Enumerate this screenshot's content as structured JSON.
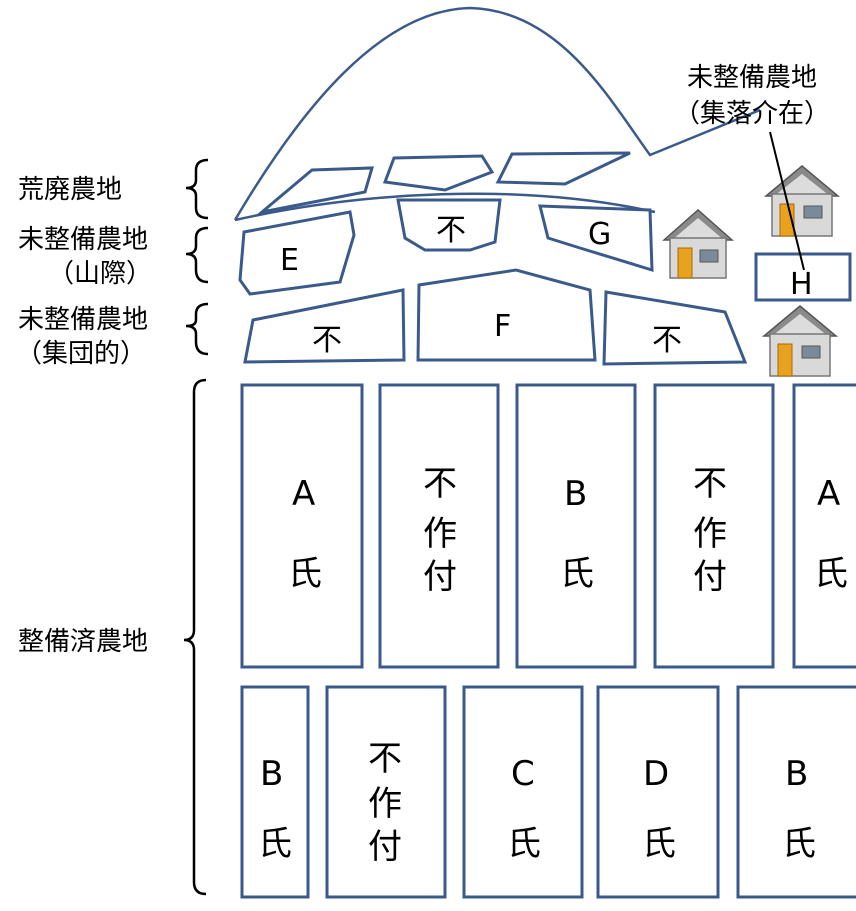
{
  "side_labels": {
    "abandoned": "荒廃農地",
    "unimproved_mountain": [
      "未整備農地",
      "（山際）"
    ],
    "unimproved_group": [
      "未整備農地",
      "（集団的）"
    ],
    "improved": "整備済農地"
  },
  "callout": [
    "未整備農地",
    "（集落介在）"
  ],
  "plots": {
    "E": "E",
    "not_top": "不",
    "G": "G",
    "H": "H",
    "not_mid_left": "不",
    "F": "F",
    "not_mid_right": "不"
  },
  "upper_row": [
    [
      "A",
      "氏"
    ],
    [
      "不",
      "作",
      "付"
    ],
    [
      "B",
      "氏"
    ],
    [
      "不",
      "作",
      "付"
    ],
    [
      "A",
      "氏"
    ]
  ],
  "lower_row": [
    [
      "B",
      "氏"
    ],
    [
      "不",
      "作",
      "付"
    ],
    [
      "C",
      "氏"
    ],
    [
      "D",
      "氏"
    ],
    [
      "B",
      "氏"
    ]
  ],
  "icons": [
    "house-icon",
    "house-icon",
    "house-icon"
  ],
  "colors": {
    "outline": "#3b5a8c",
    "house_wall": "#d9d9d9",
    "house_roof": "#8a8a8a",
    "door": "#e9a21f"
  }
}
